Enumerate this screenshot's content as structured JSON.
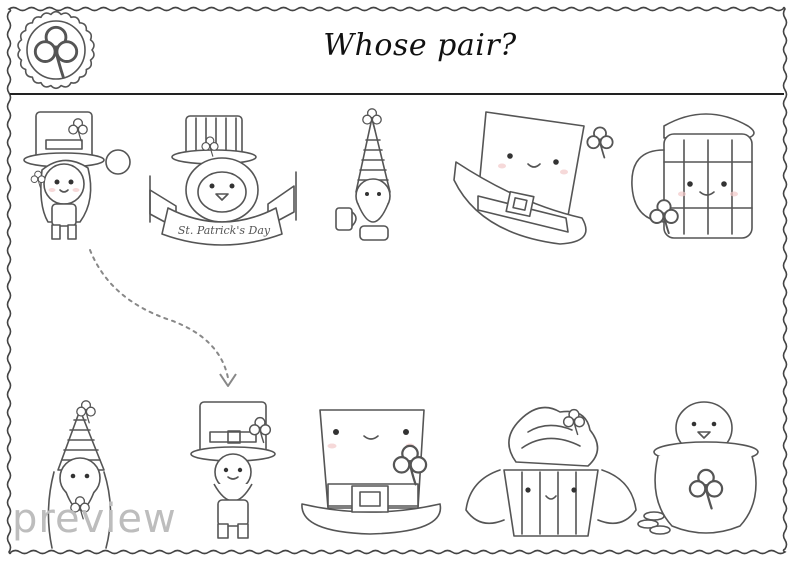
{
  "worksheet": {
    "title": "Whose pair?",
    "watermark": "preview",
    "banner_text": "St. Patrick's Day"
  },
  "icons": {
    "badge": "shamrock-icon"
  },
  "top_row": [
    "leprechaun-girl",
    "penguin-with-banner",
    "gnome-with-beer",
    "leprechaun-hat",
    "beer-barrel-mug"
  ],
  "bottom_row": [
    "gnome-girl",
    "leprechaun-boy",
    "top-hat",
    "cupcake",
    "penguin-in-pot-of-gold"
  ],
  "colors": {
    "line": "#555555",
    "border": "#444444",
    "watermark": "#bdbdbd"
  }
}
